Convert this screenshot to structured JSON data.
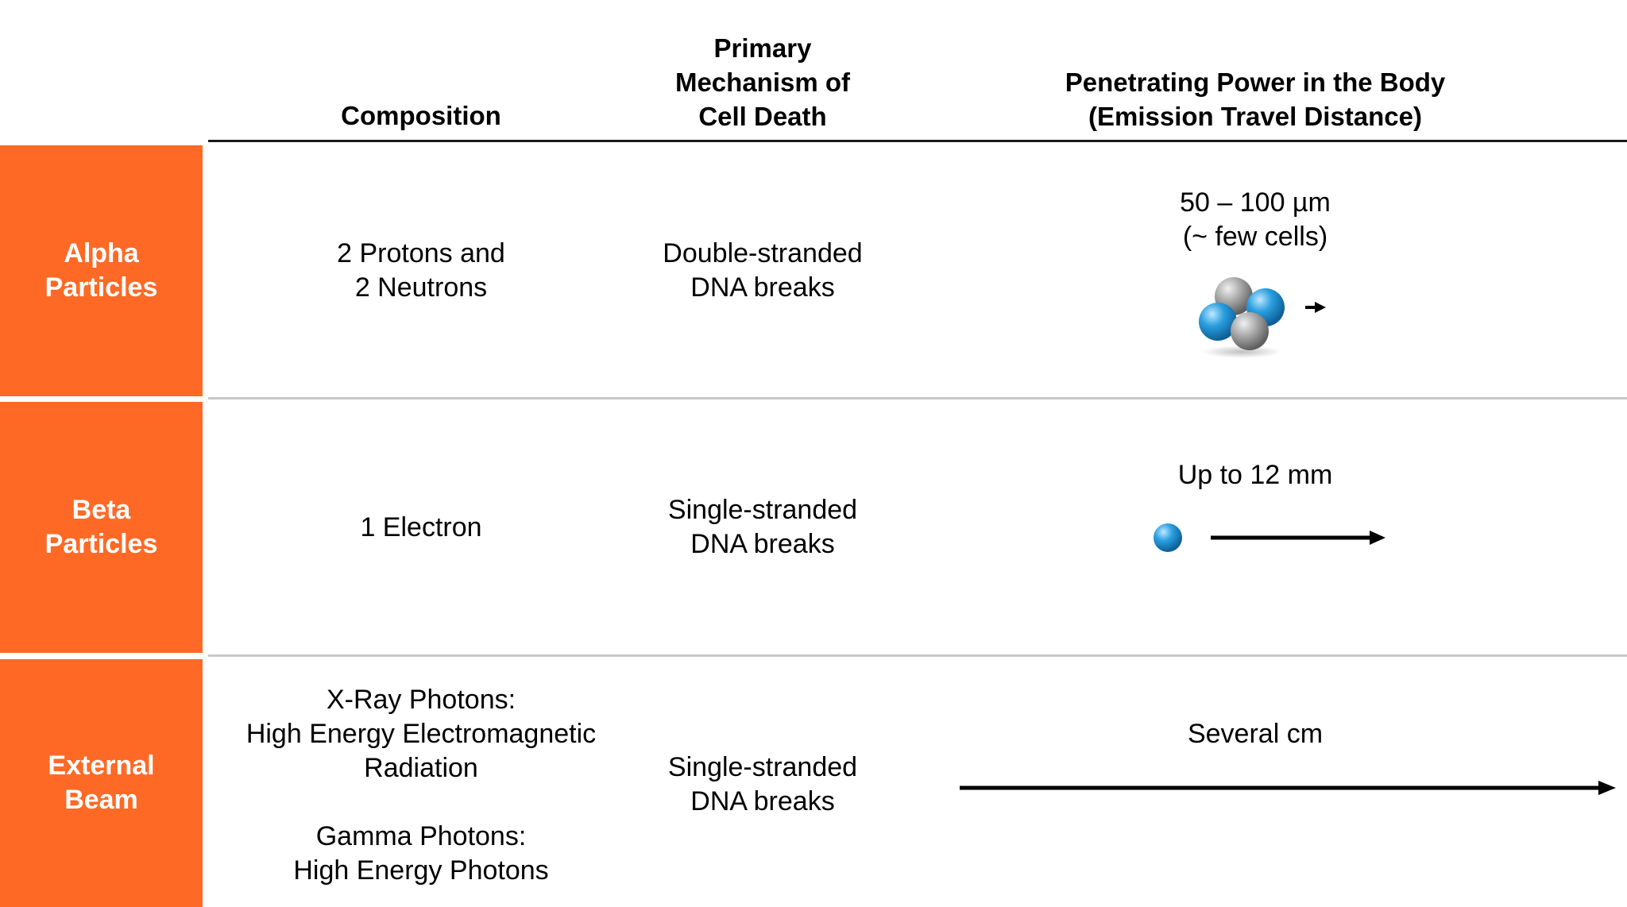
{
  "header": {
    "composition": [
      "Composition"
    ],
    "mechanism": [
      "Primary",
      "Mechanism of",
      "Cell Death"
    ],
    "penetration": [
      "Penetrating Power in the Body",
      "(Emission Travel Distance)"
    ]
  },
  "rows": [
    {
      "label": [
        "Alpha",
        "Particles"
      ],
      "composition": [
        "2 Protons and",
        "2 Neutrons"
      ],
      "mechanism": [
        "Double-stranded",
        "DNA breaks"
      ],
      "distance": [
        "50 – 100 µm",
        "(~ few cells)"
      ]
    },
    {
      "label": [
        "Beta",
        "Particles"
      ],
      "composition": [
        "1 Electron"
      ],
      "mechanism": [
        "Single-stranded",
        "DNA breaks"
      ],
      "distance": [
        "Up to 12 mm"
      ]
    },
    {
      "label": [
        "External",
        "Beam"
      ],
      "composition_a": [
        "X-Ray Photons:",
        "High Energy Electromagnetic",
        "Radiation"
      ],
      "composition_b": [
        "Gamma Photons:",
        "High Energy Photons"
      ],
      "mechanism": [
        "Single-stranded",
        "DNA breaks"
      ],
      "distance": [
        "Several cm"
      ]
    }
  ],
  "colors": {
    "label_bg": "#fe6a26",
    "label_text": "#ffffff",
    "proton": "#2a9fe0",
    "neutron": "#a6a6a6",
    "arrow": "#000000"
  },
  "icons": [
    "alpha-particle-icon",
    "beta-electron-icon",
    "arrow-icon"
  ]
}
